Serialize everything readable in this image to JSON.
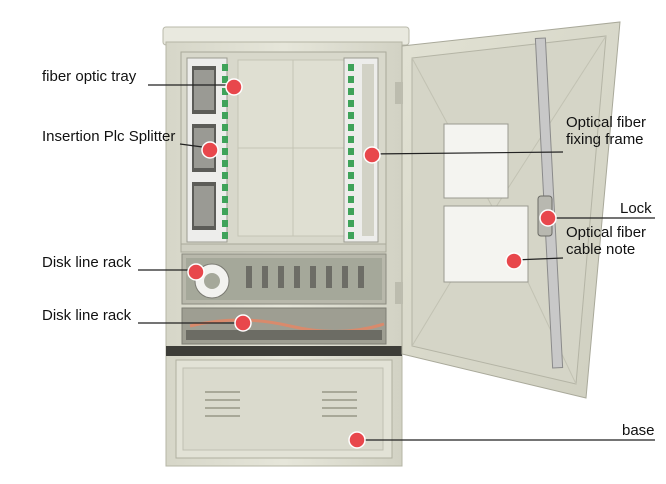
{
  "colors": {
    "cabinet_body": "#e3e3d6",
    "cabinet_shadow": "#c9c9ba",
    "door_panel": "#dcdccd",
    "marker": "#e8474c",
    "leader_line": "#222222",
    "adapter_green": "#3fa35a"
  },
  "callouts": {
    "fiber_optic_tray": "fiber optic tray",
    "insertion_plc_splitter": "Insertion Plc Splitter",
    "disk_line_rack_upper": "Disk line rack",
    "disk_line_rack_lower": "Disk line rack",
    "optical_fiber_fixing_frame": [
      "Optical fiber",
      "fixing frame"
    ],
    "lock": "Lock",
    "optical_fiber_cable_note": [
      "Optical fiber",
      "cable note"
    ],
    "base": "base"
  }
}
